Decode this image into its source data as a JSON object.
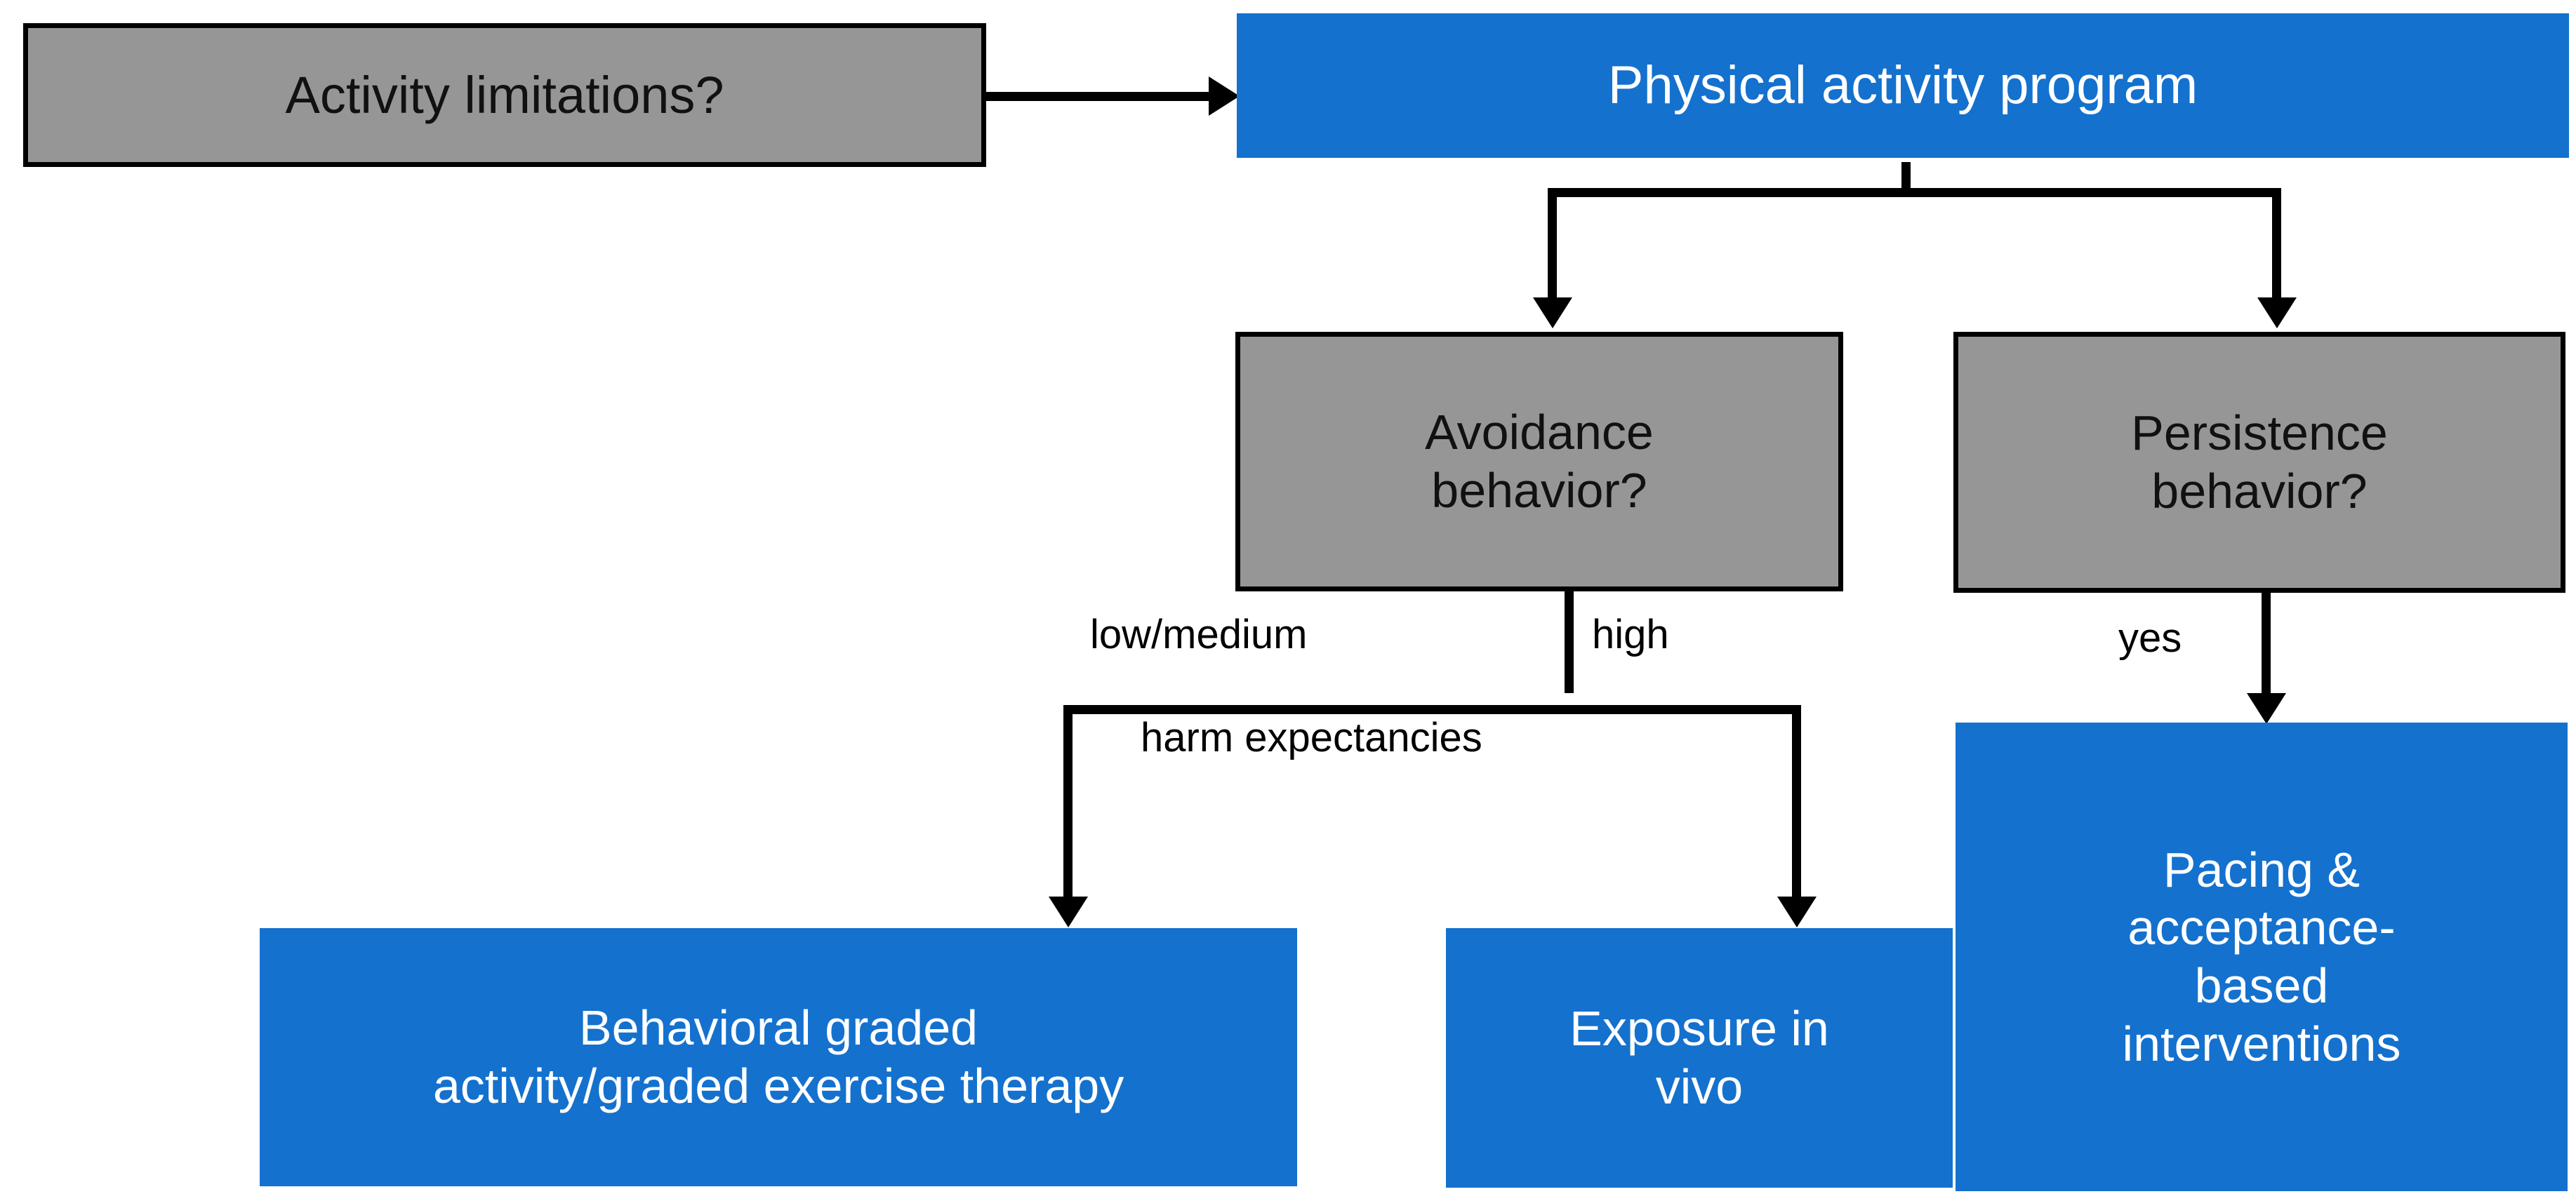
{
  "diagram": {
    "title": "Physical activity program decision flowchart",
    "colors": {
      "decision_box_fill": "#969696",
      "decision_box_border": "#000000",
      "action_box_fill": "#1471CE",
      "action_box_text": "#ffffff",
      "connector": "#000000",
      "background": "#ffffff"
    },
    "nodes": {
      "activity_limitations": "Activity limitations?",
      "physical_activity_program": "Physical activity program",
      "avoidance_behavior": "Avoidance\nbehavior?",
      "persistence_behavior": "Persistence\nbehavior?",
      "behavioral_graded_activity": "Behavioral graded\nactivity/graded  exercise therapy",
      "exposure_in_vivo": "Exposure in\nvivo",
      "pacing_acceptance": "Pacing &\nacceptance-\nbased\ninterventions"
    },
    "edge_labels": {
      "low_medium": "low/medium",
      "high": "high",
      "harm_expectancies": "harm expectancies",
      "yes": "yes"
    }
  }
}
